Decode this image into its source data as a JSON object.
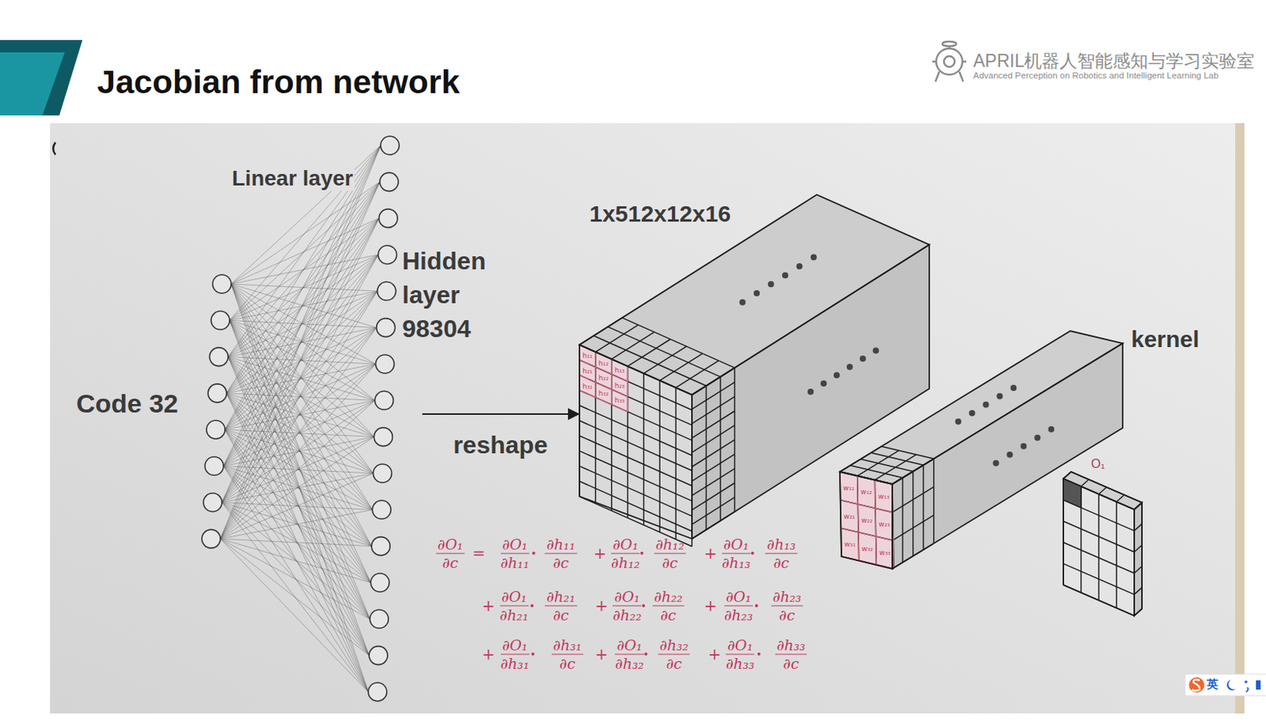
{
  "diagram": {
    "title": "Jacobian from network",
    "nodes": [
      {
        "text": [
          "Code 32"
        ]
      },
      {
        "text": [
          "Hidden layer 98304"
        ]
      },
      {
        "text": [
          "1x512x12x16"
        ]
      },
      {
        "text": [
          "kernel"
        ]
      },
      {
        "text": [
          "O₁"
        ]
      }
    ],
    "edges": [
      {
        "from": 1,
        "to": 2,
        "arrow": "to",
        "label": "reshape"
      }
    ],
    "labels": [
      "Linear layer",
      "h₁₁",
      "h₁₂",
      "h₁₃",
      "h₂₁",
      "h₂₂",
      "h₂₃",
      "h₃₁",
      "h₃₂",
      "h₃₃",
      "w₁₁",
      "w₁₂",
      "w₁₃",
      "w₂₁",
      "w₂₂",
      "w₂₃",
      "w₃₁",
      "w₃₂",
      "w₃₃",
      "∂O₁",
      "∂c",
      "=",
      "∂O₁",
      "∂h₁₁",
      "∂h₁₁",
      "∂c",
      "+",
      "∂O₁",
      "∂h₁₂",
      "∂h₁₂",
      "∂c",
      "+",
      "∂O₁",
      "∂h₁₃",
      "∂h₁₃",
      "∂c",
      "+",
      "∂O₁",
      "∂h₂₁",
      "∂h₂₁",
      "∂c",
      "+",
      "∂O₁",
      "∂h₂₂",
      "∂h₂₂",
      "∂c",
      "+",
      "∂O₁",
      "∂h₂₃",
      "∂h₂₃",
      "∂c",
      "+",
      "∂O₁",
      "∂h₃₁",
      "∂h₃₁",
      "∂c",
      "+",
      "∂O₁",
      "∂h₃₂",
      "∂h₃₂",
      "∂c",
      "+",
      "∂O₁",
      "∂h₃₃",
      "∂h₃₃",
      "∂c",
      "APRIL机器人智能感知与学习实验室",
      "Advanced Perception on Robotics and Intelligent Learning Lab",
      "英"
    ]
  }
}
